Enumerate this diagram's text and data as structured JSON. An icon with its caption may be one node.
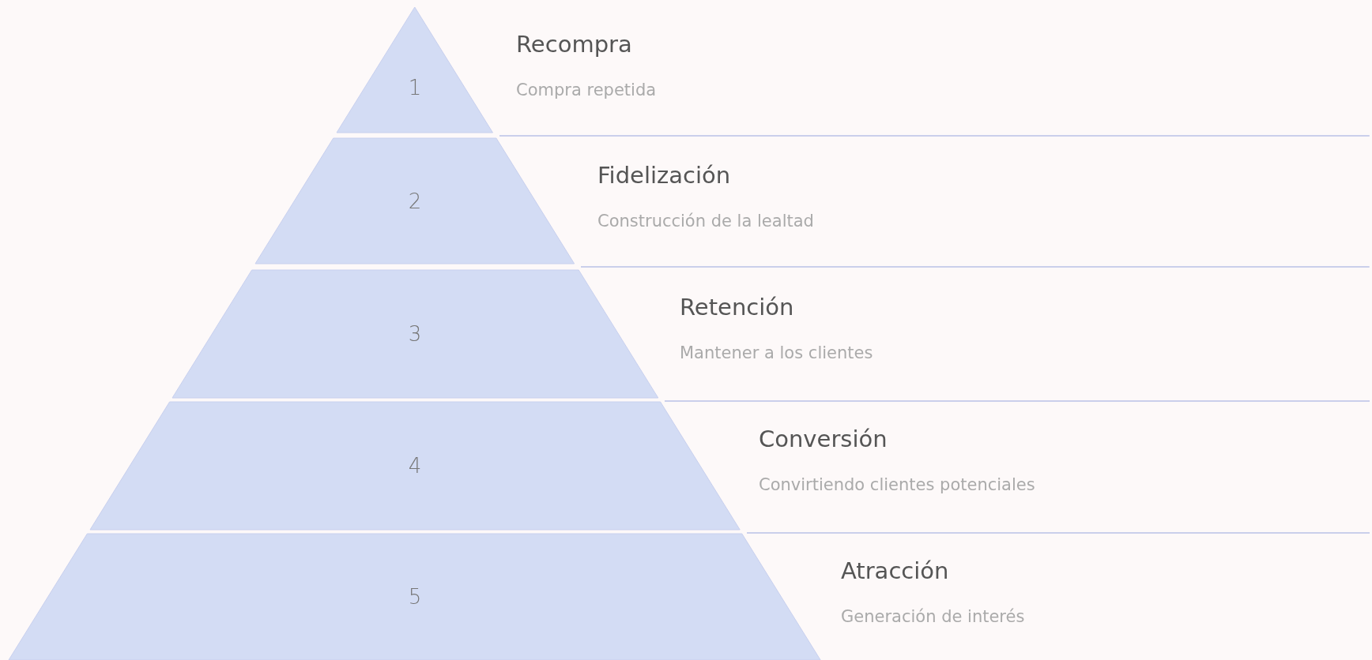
{
  "diagram": {
    "nodes": [
      {
        "text": [
          "1"
        ],
        "beside": [
          "Recompra",
          "Compra repetida"
        ]
      },
      {
        "text": [
          "2"
        ],
        "beside": [
          "Fidelización",
          "Construcción de la lealtad"
        ]
      },
      {
        "text": [
          "3"
        ],
        "beside": [
          "Retención",
          "Mantener a los clientes"
        ]
      },
      {
        "text": [
          "4"
        ],
        "beside": [
          "Conversión",
          "Convirtiendo clientes potenciales"
        ]
      },
      {
        "text": [
          "5"
        ],
        "beside": [
          "Atracción",
          "Generación de interés"
        ]
      }
    ]
  }
}
